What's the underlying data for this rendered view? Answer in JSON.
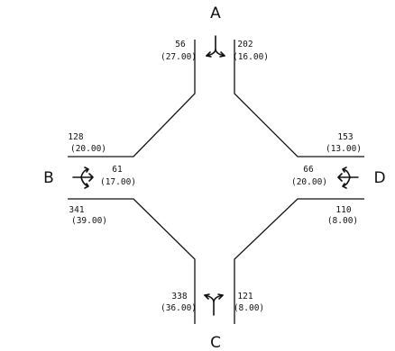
{
  "approaches": {
    "A": "A",
    "B": "B",
    "C": "C",
    "D": "D"
  },
  "volumes": {
    "A_in": {
      "count": "56",
      "pct": "(27.00)"
    },
    "A_out": {
      "count": "202",
      "pct": "(16.00)"
    },
    "B_out": {
      "count": "128",
      "pct": "(20.00)"
    },
    "B_in": {
      "count": "61",
      "pct": "(17.00)"
    },
    "B_in2": {
      "count": "341",
      "pct": "(39.00)"
    },
    "D_out": {
      "count": "153",
      "pct": "(13.00)"
    },
    "D_in": {
      "count": "66",
      "pct": "(20.00)"
    },
    "D_in2": {
      "count": "110",
      "pct": "(8.00)"
    },
    "C_in": {
      "count": "338",
      "pct": "(36.00)"
    },
    "C_out": {
      "count": "121",
      "pct": "(8.00)"
    }
  },
  "colors": {
    "line": "#111111",
    "background": "#ffffff"
  },
  "icons": {
    "A": "split-arrow-down-icon",
    "B": "split-arrow-right-icon",
    "C": "split-arrow-up-icon",
    "D": "split-arrow-left-icon"
  }
}
